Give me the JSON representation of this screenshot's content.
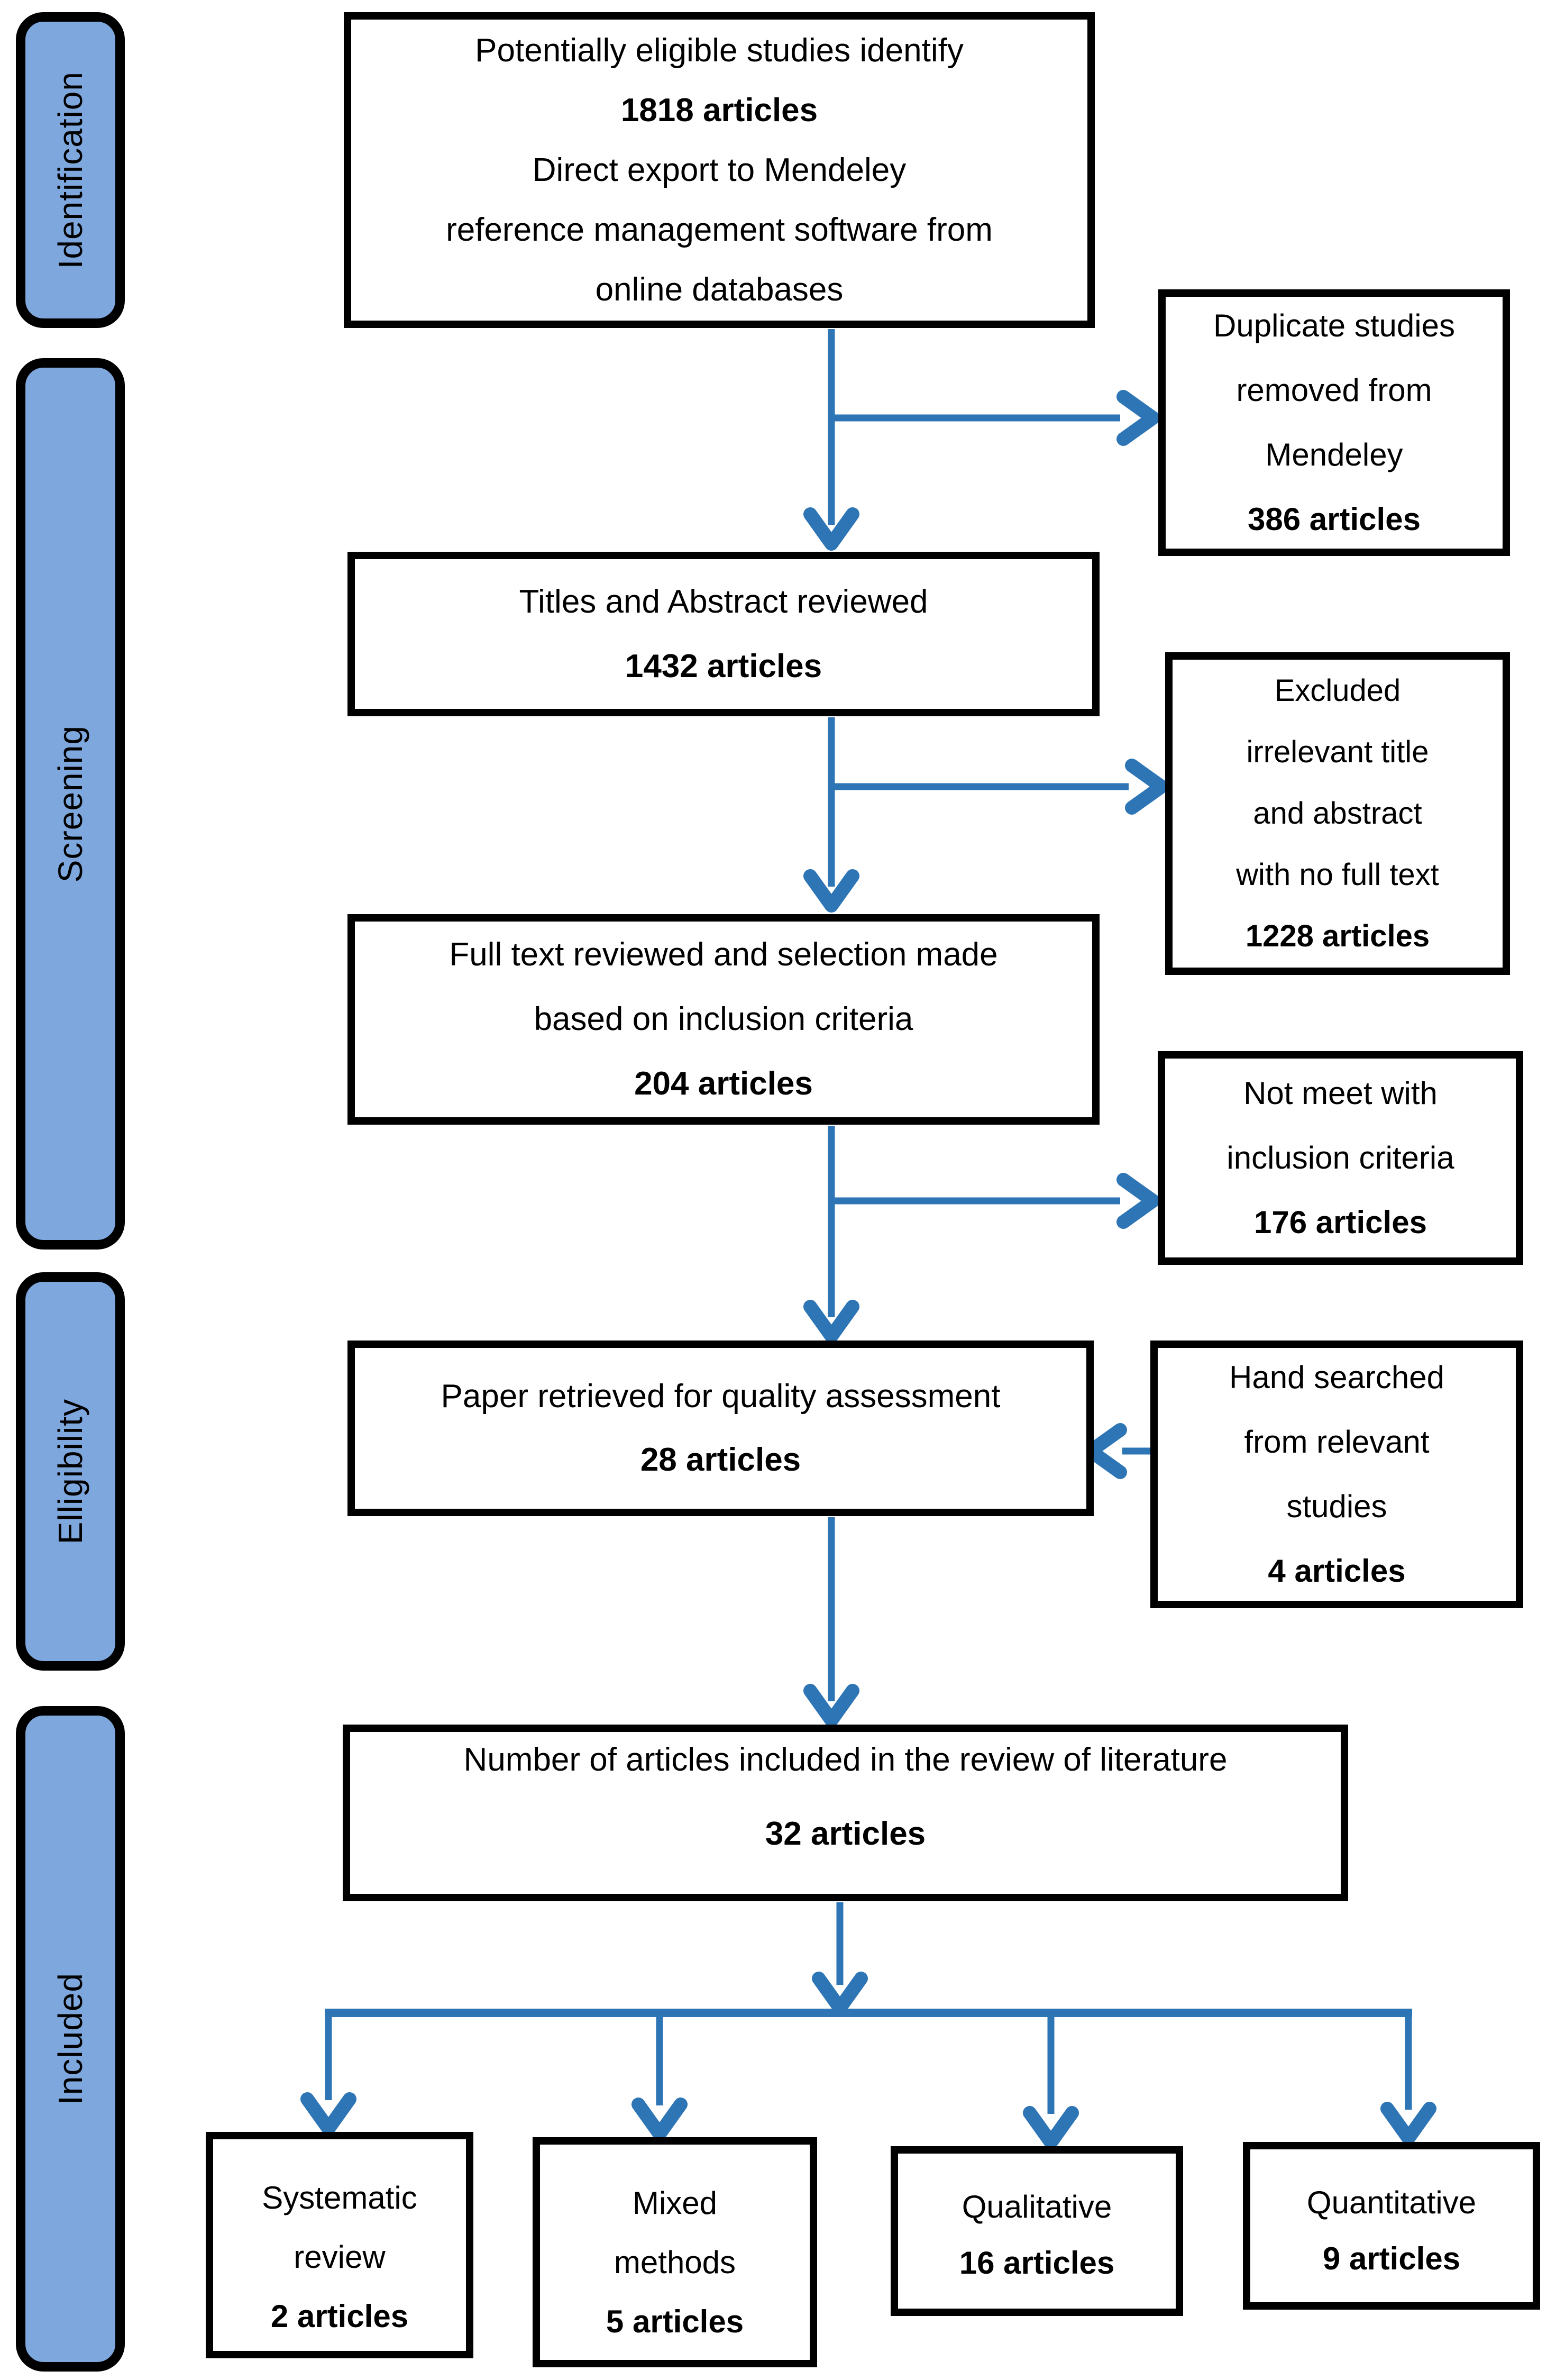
{
  "colors": {
    "bg": "#ffffff",
    "text": "#000000",
    "border": "#000000",
    "stage": "#7ea7dd",
    "arrow": "#2e75b6"
  },
  "stages": {
    "identification": "Identification",
    "screening": "Screening",
    "eligibility": "Elligibility",
    "included": "Included"
  },
  "boxes": {
    "identify": {
      "line1": "Potentially eligible studies identify",
      "count": "1818 articles",
      "line3": "Direct export to Mendeley",
      "line4": "reference management software from",
      "line5": "online databases"
    },
    "duplicate": {
      "line1": "Duplicate studies",
      "line2": "removed from",
      "line3": "Mendeley",
      "count": "386 articles"
    },
    "titles": {
      "line1": "Titles and Abstract reviewed",
      "count": "1432 articles"
    },
    "excluded": {
      "line1": "Excluded",
      "line2": "irrelevant title",
      "line3": "and abstract",
      "line4": "with no full text",
      "count": "1228 articles"
    },
    "fulltext": {
      "line1": "Full text reviewed and selection made",
      "line2": "based on inclusion criteria",
      "count": "204 articles"
    },
    "notmeet": {
      "line1": "Not meet with",
      "line2": "inclusion criteria",
      "count": "176 articles"
    },
    "paper": {
      "line1": "Paper retrieved for quality assessment",
      "count": "28 articles"
    },
    "handsearch": {
      "line1": "Hand searched",
      "line2": "from relevant",
      "line3": "studies",
      "count": "4 articles"
    },
    "number": {
      "line1": "Number of articles included in the review of literature",
      "count": "32 articles"
    },
    "systematic": {
      "line1": "Systematic",
      "line2": "review",
      "count": "2 articles"
    },
    "mixed": {
      "line1": "Mixed",
      "line2": "methods",
      "count": "5 articles"
    },
    "qualitative": {
      "line1": "Qualitative",
      "count": "16 articles"
    },
    "quantitative": {
      "line1": "Quantitative",
      "count": "9 articles"
    }
  }
}
